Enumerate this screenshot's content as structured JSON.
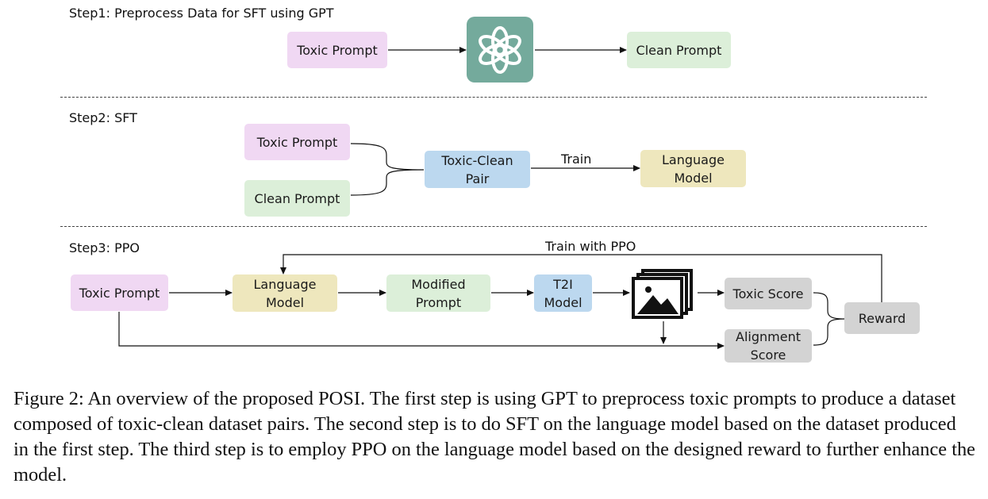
{
  "step1": {
    "label": "Step1: Preprocess Data for SFT using GPT",
    "toxic_prompt": "Toxic Prompt",
    "gpt_icon": "openai-logo-icon",
    "clean_prompt": "Clean Prompt"
  },
  "step2": {
    "label": "Step2: SFT",
    "toxic_prompt": "Toxic Prompt",
    "clean_prompt": "Clean Prompt",
    "pair": "Toxic-Clean\nPair",
    "train": "Train",
    "language_model": "Language\nModel"
  },
  "step3": {
    "label": "Step3: PPO",
    "train_with_ppo": "Train with PPO",
    "toxic_prompt": "Toxic Prompt",
    "language_model": "Language\nModel",
    "modified_prompt": "Modified\nPrompt",
    "t2i_model": "T2I\nModel",
    "image_icon": "image-stack-icon",
    "toxic_score": "Toxic Score",
    "alignment_score": "Alignment\nScore",
    "reward": "Reward"
  },
  "colors": {
    "prompt_toxic": "#f0d8f3",
    "prompt_clean": "#dcefd9",
    "pair": "#bcd8ef",
    "language_model": "#eee7bd",
    "score": "#d3d3d3",
    "gpt_logo": "#74aa9c"
  },
  "caption": "Figure 2: An overview of the proposed POSI. The first step is using GPT to preprocess toxic prompts to produce a dataset composed of toxic-clean dataset pairs. The second step is to do SFT on the language model based on the dataset produced in the first step. The third step is to employ PPO on the language model based on the designed reward to further enhance the model."
}
